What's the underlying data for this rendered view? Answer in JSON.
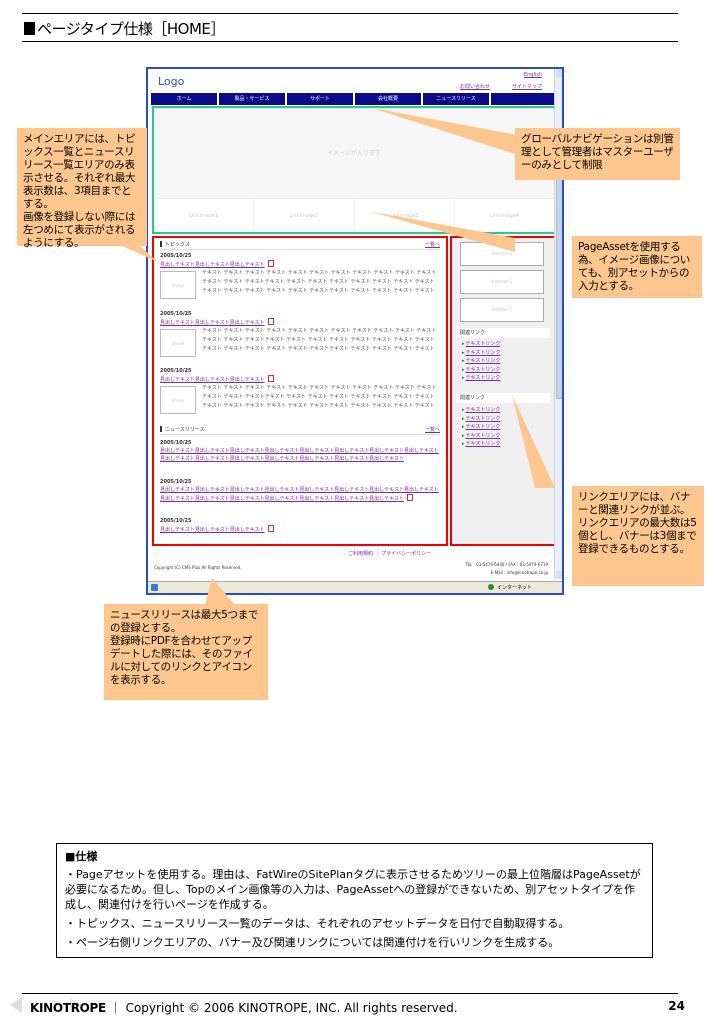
{
  "page": {
    "title": "ページタイプ仕様［HOME］",
    "page_number": "24"
  },
  "mockup": {
    "logo": "Logo",
    "top_links": [
      "English",
      "お問い合わせ",
      "サイトマップ"
    ],
    "nav": [
      "ホーム",
      "製品・サービス",
      "サポート",
      "会社概要",
      "ニュースリリース",
      ""
    ],
    "hero_text": "イメージが入ります",
    "link_images": [
      "LinkImage1",
      "LinkImage2",
      "LinkImage3",
      "LinkImage4"
    ],
    "topics": {
      "heading": "トピックス",
      "more": "一覧へ",
      "items": [
        {
          "date": "2005/10/25",
          "headline": "見出しテキスト見出しテキスト見出しテキスト",
          "thumb": "Image",
          "body": "テキスト テキスト テキスト テキスト テキスト テキスト テキスト テキスト テキスト テキスト テキスト テキスト テキスト テキストテキスト テキスト テキスト テキスト テキスト テキスト テキスト テキスト テキスト テキスト テキスト テキスト テキスト テキストテキスト テキスト テキスト テキスト テキスト"
        },
        {
          "date": "2005/10/25",
          "headline": "見出しテキスト見出しテキスト見出しテキスト",
          "thumb": "Image",
          "body": "テキスト テキスト テキスト テキスト テキスト テキスト テキスト テキスト テキスト テキスト テキスト テキスト テキスト テキストテキスト テキスト テキスト テキスト テキスト テキスト テキスト テキスト テキスト テキスト テキスト テキスト テキスト テキストテキスト テキスト テキスト テキスト テキスト"
        },
        {
          "date": "2005/10/25",
          "headline": "見出しテキスト見出しテキスト見出しテキスト",
          "thumb": "Image",
          "body": "テキスト テキスト テキスト テキスト テキスト テキスト テキスト テキスト テキスト テキスト テキスト テキスト テキスト テキストテキスト テキスト テキスト テキスト テキスト テキスト テキスト テキスト テキスト テキスト テキスト テキスト テキスト テキストテキスト テキスト テキスト テキスト テキスト"
        }
      ]
    },
    "news": {
      "heading": "ニュースリリース",
      "more": "一覧へ",
      "items": [
        {
          "date": "2005/10/25",
          "headline": "見出しテキスト見出しテキスト見出しテキスト見出しテキスト見出しテキスト見出しテキスト見出しテキスト見出しテキスト見出しテキスト見出しテキスト見出しテキスト見出しテキスト見出しテキスト見出しテキスト見出しテキスト"
        },
        {
          "date": "2005/10/25",
          "headline": "見出しテキスト見出しテキスト見出しテキスト見出しテキスト見出しテキスト見出しテキスト見出しテキスト見出しテキスト見出しテキスト見出しテキスト見出しテキスト見出しテキスト見出しテキスト見出しテキスト見出しテキスト"
        },
        {
          "date": "2005/10/25",
          "headline": "見出しテキスト見出しテキスト見出しテキスト"
        }
      ]
    },
    "banners": [
      "banner1",
      "banner1",
      "banner1"
    ],
    "related_heading": "関連リンク",
    "related_links": [
      "テキストリンク",
      "テキストリンク",
      "テキストリンク",
      "テキストリンク",
      "テキストリンク"
    ],
    "related_heading_2": "関連リンク",
    "related_links_2": [
      "テキストリンク",
      "テキストリンク",
      "テキストリンク",
      "テキストリンク",
      "テキストリンク"
    ],
    "footer_links": "ご利用規約 ｜ プライバシーポリシー",
    "copyright": "Copyright (C) CMS Plus All Rights Reserved.",
    "tel": "TEL : 03-5479-6440 / FAX : 03-5479-6719",
    "email": "E-Mail : info@kinotrope.co.jp",
    "status_zone": "インターネット"
  },
  "callouts": {
    "main_area": "メインエリアには、トピックス一覧とニュースリリース一覧エリアのみ表示させる。それぞれ最大表示数は、3項目までとする。\n画像を登録しない際には左つめにて表示がされるようにする。",
    "global_nav": "グローバルナビゲーションは別管理として管理者はマスターユーザーのみとして制限",
    "page_asset": "PageAssetを使用する為、イメージ画像についても、別アセットからの入力とする。",
    "link_area": "リンクエリアには、バナーと関連リンクが並ぶ。\nリンクエリアの最大数は5個とし、バナーは3個まで登録できるものとする。",
    "news_release": "ニュースリリースは最大5つまでの登録とする。\n登録時にPDFを合わせてアップデートした際には、そのファイルに対してのリンクとアイコンを表示する。"
  },
  "spec": {
    "heading": "■仕様",
    "items": [
      "・Pageアセットを使用する。理由は、FatWireのSitePlanタグに表示させるためツリーの最上位階層はPageAssetが必要になるため。但し、Topのメイン画像等の入力は、PageAssetへの登録ができないため、別アセットタイプを作成し、関連付けを行いページを作成する。",
      "・トピックス、ニュースリリース一覧のデータは、それぞれのアセットデータを日付で自動取得する。",
      "・ページ右側リンクエリアの、バナー及び関連リンクについては関連付けを行いリンクを生成する。"
    ]
  },
  "footer": {
    "brand": "KINOTROPE",
    "copyright": "｜ Copyright © 2006 KINOTROPE, INC. All rights reserved."
  },
  "colors": {
    "nav_bg": "#0a0a8a",
    "hero_border": "#22cc88",
    "area_border": "#ee0000",
    "callout_bg": "#fcc68e",
    "link": "#7b2aa8",
    "window_border": "#2a4cc4"
  }
}
